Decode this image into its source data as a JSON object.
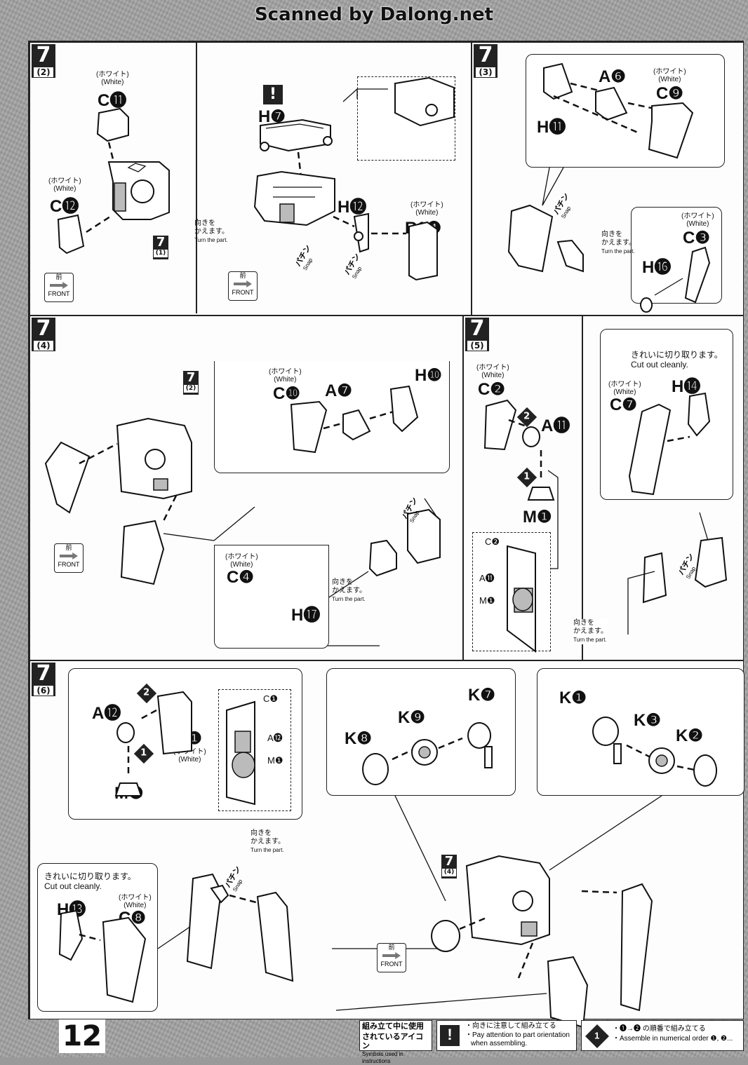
{
  "watermark": "Scanned by Dalong.net",
  "page_number": "12",
  "common": {
    "white_jp": "(ホワイト)",
    "white_en": "(White)",
    "turn_jp1": "向きを",
    "turn_jp2": "かえます。",
    "turn_en": "Turn the part.",
    "snap_jp": "パチン",
    "snap_en": "Snap",
    "front_jp": "前",
    "front_en": "FRONT",
    "cut_jp": "きれいに切り取ります。",
    "cut_en": "Cut out cleanly.",
    "excl": "!"
  },
  "steps": {
    "s2": {
      "num": "7",
      "sub": "(2)",
      "labels": [
        "C⓫",
        "C⓬",
        "H❼",
        "H⓬",
        "R1❹"
      ],
      "ref": {
        "num": "7",
        "sub": "(1)"
      }
    },
    "s3": {
      "num": "7",
      "sub": "(3)",
      "labels": [
        "A❻",
        "C❾",
        "H⓫",
        "C❸",
        "H⓰"
      ]
    },
    "s4": {
      "num": "7",
      "sub": "(4)",
      "labels": [
        "C❿",
        "A❼",
        "H❿",
        "C❹",
        "H⓱"
      ],
      "ref": {
        "num": "7",
        "sub": "(2)"
      }
    },
    "s5": {
      "num": "7",
      "sub": "(5)",
      "labels": [
        "C❷",
        "A⓫",
        "M❶",
        "H⓮",
        "C❼"
      ],
      "inset": [
        "C❷",
        "A⓫",
        "M❶"
      ],
      "order": [
        "2",
        "1"
      ]
    },
    "s6": {
      "num": "7",
      "sub": "(6)",
      "labels": [
        "A⓬",
        "C❶",
        "M❶",
        "H⓭",
        "C❽"
      ],
      "inset": [
        "C❶",
        "A⓬",
        "M❶"
      ],
      "order": [
        "2",
        "1"
      ]
    },
    "s7": {
      "labels": [
        "K❽",
        "K❾",
        "K❼",
        "K❶",
        "K❸",
        "K❷"
      ],
      "ref": {
        "num": "7",
        "sub": "(4)"
      }
    }
  },
  "legend": {
    "title_jp1": "組み立て中に使用",
    "title_jp2": "されているアイコン",
    "title_en": "Symbols used in instructions",
    "attention_jp": "・向きに注意して組み立てる",
    "attention_en1": "・Pay attention to part orientation",
    "attention_en2": "when assembling.",
    "order_icon": "1",
    "order_jp": "・❶→❷ の順番で組み立てる",
    "order_en": "・Assemble in numerical order ❶, ❷..."
  }
}
